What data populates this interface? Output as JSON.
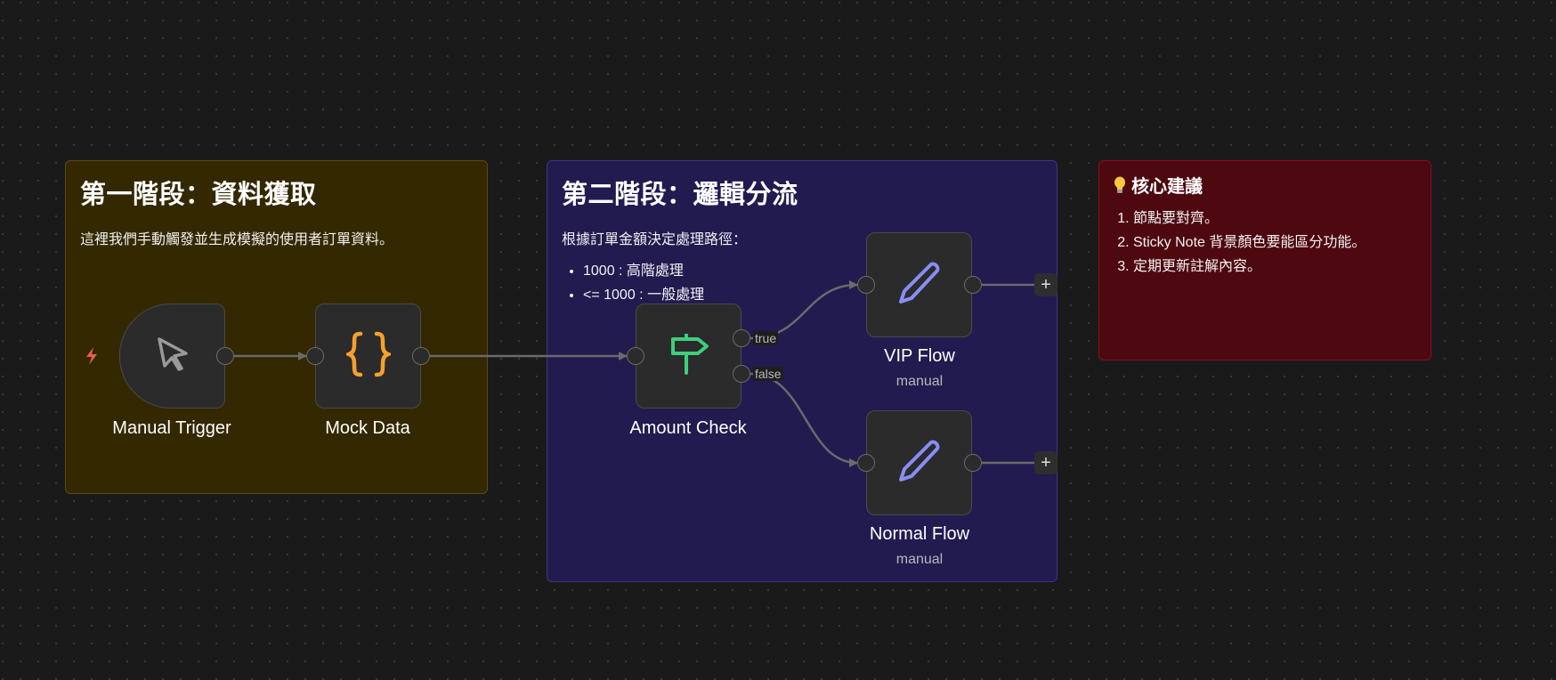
{
  "stickies": {
    "phase1": {
      "title": "第一階段：資料獲取",
      "body": "這裡我們手動觸發並生成模擬的使用者訂單資料。",
      "color": "#332800"
    },
    "phase2": {
      "title": "第二階段：邏輯分流",
      "body": "根據訂單金額決定處理路徑：",
      "bullets": [
        "1000 : 高階處理",
        "<= 1000 : 一般處理"
      ],
      "color": "#221b50"
    },
    "tips": {
      "icon": "lightbulb-icon",
      "title": "核心建議",
      "items": [
        "節點要對齊。",
        "Sticky Note 背景顏色要能區分功能。",
        "定期更新註解內容。"
      ],
      "color": "#4e0810"
    }
  },
  "nodes": {
    "manual_trigger": {
      "label": "Manual Trigger",
      "icon": "cursor-icon",
      "trigger_icon": "lightning-bolt-icon"
    },
    "mock_data": {
      "label": "Mock Data",
      "icon": "braces-icon"
    },
    "amount_check": {
      "label": "Amount Check",
      "icon": "signpost-icon",
      "outputs": [
        "true",
        "false"
      ]
    },
    "vip_flow": {
      "label": "VIP Flow",
      "subtitle": "manual",
      "icon": "pencil-icon"
    },
    "normal_flow": {
      "label": "Normal Flow",
      "subtitle": "manual",
      "icon": "pencil-icon"
    }
  },
  "add_button_label": "+",
  "colors": {
    "trigger_bolt": "#e8604c",
    "braces": "#f7a030",
    "signpost": "#3ecf7a",
    "pencil": "#8a8cf5",
    "cursor": "#9a9a9a",
    "edge": "#6a6a6a"
  }
}
